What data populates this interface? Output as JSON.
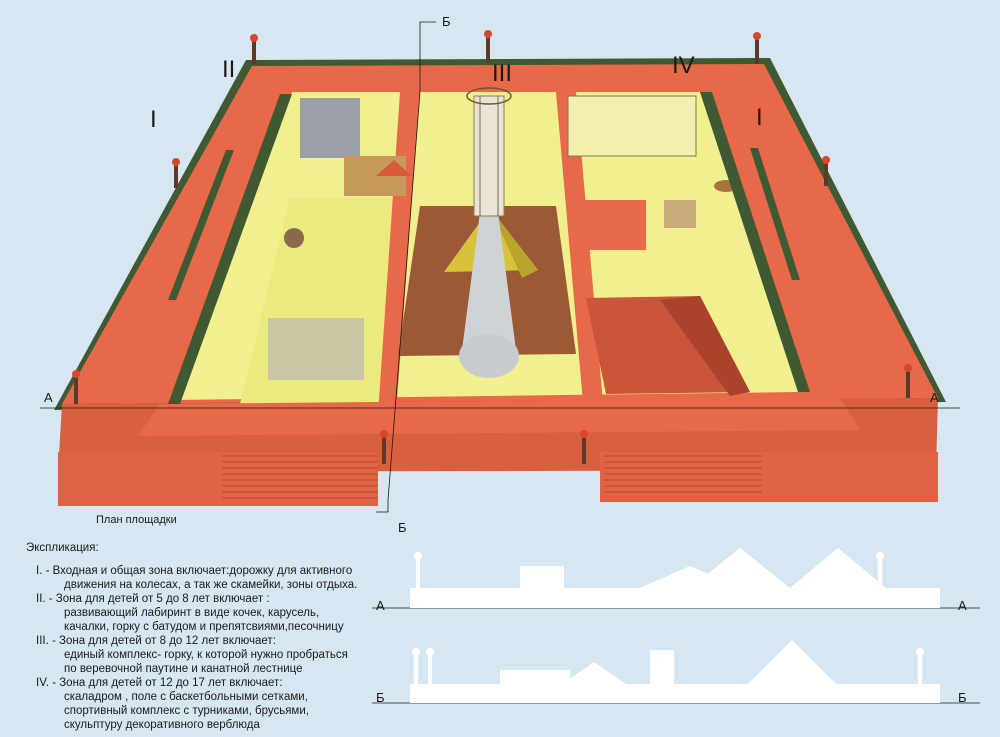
{
  "plan": {
    "caption": "План площадки",
    "zone_labels": {
      "I_left": "I",
      "II": "II",
      "III": "III",
      "IV": "IV",
      "I_right": "I"
    },
    "section_marks": {
      "a_left": "А",
      "a_right": "А",
      "b_top": "Б",
      "b_bottom": "Б"
    }
  },
  "explication": {
    "title": "Экспликация:",
    "lines": [
      "I.  -  Входная и общая зона включает:дорожку для активного",
      "движения на колесах, а так же скамейки, зоны отдыха.",
      "II. -  Зона для детей от 5 до 8 лет включает :",
      "развивающий лабиринт в виде кочек, карусель,",
      "качалки, горку с батудом и препятсвиями,песочницу",
      "III. - Зона для детей от 8 до 12 лет включает:",
      "единый комплекс- горку, к которой нужно пробраться",
      "по веревочной паутине и канатной лестнице",
      "IV. - Зона для детей от 12 до 17 лет включает:",
      "скаладром , поле с баскетбольными сетками,",
      "спортивный комплекс с турниками, брусьями,",
      "скульптуру декоративного верблюда"
    ]
  },
  "sections": {
    "aa": {
      "left": "А",
      "right": "А"
    },
    "bb": {
      "left": "Б",
      "right": "Б"
    }
  },
  "colors": {
    "background": "#d6e7f2",
    "path_red": "#e8684a",
    "zone_yellow": "#f1ef8e",
    "hedge_green": "#3f5a32",
    "sand_brown": "#9a5a36",
    "pyramid_yellow": "#d8c23a",
    "pyramid_red": "#c9553a"
  }
}
